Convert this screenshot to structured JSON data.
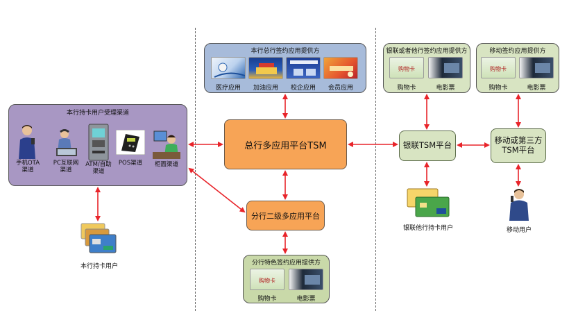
{
  "groups": {
    "hq_providers": {
      "title": "本行总行签约应用提供方",
      "cards": [
        "医疗应用",
        "加油应用",
        "校企应用",
        "会员应用"
      ]
    },
    "channels": {
      "title": "本行持卡用户受理渠道",
      "items": [
        {
          "line1": "手机OTA",
          "line2": "渠道"
        },
        {
          "line1": "PC互联网",
          "line2": "渠道"
        },
        {
          "line1": "ATM/自助",
          "line2": "渠道"
        },
        {
          "line1": "POS渠道",
          "line2": ""
        },
        {
          "line1": "柜面渠道",
          "line2": ""
        }
      ]
    },
    "unionpay_providers": {
      "title": "银联或者他行签约应用提供方",
      "cards": [
        "购物卡",
        "电影票"
      ]
    },
    "mobile_providers": {
      "title": "移动签约应用提供方",
      "cards": [
        "购物卡",
        "电影票"
      ]
    },
    "branch_providers": {
      "title": "分行特色签约应用提供方",
      "cards": [
        "购物卡",
        "电影票"
      ]
    }
  },
  "nodes": {
    "hq_tsm": "总行多应用平台TSM",
    "branch_tsm": "分行二级多应用平台",
    "unionpay_tsm": "银联TSM平台",
    "mobile_tsm_line1": "移动或第三方",
    "mobile_tsm_line2": "TSM平台"
  },
  "users": {
    "bank_user": "本行持卡用户",
    "unionpay_user": "银联他行持卡用户",
    "mobile_user": "移动用户"
  },
  "card_texts": {
    "shopping": "购物卡"
  },
  "colors": {
    "arrow": "#e8242a",
    "orange_box": "#f7a456",
    "green_box": "#d8e4c2",
    "purple_group": "#a897c3",
    "blue_group": "#a7bbda"
  }
}
